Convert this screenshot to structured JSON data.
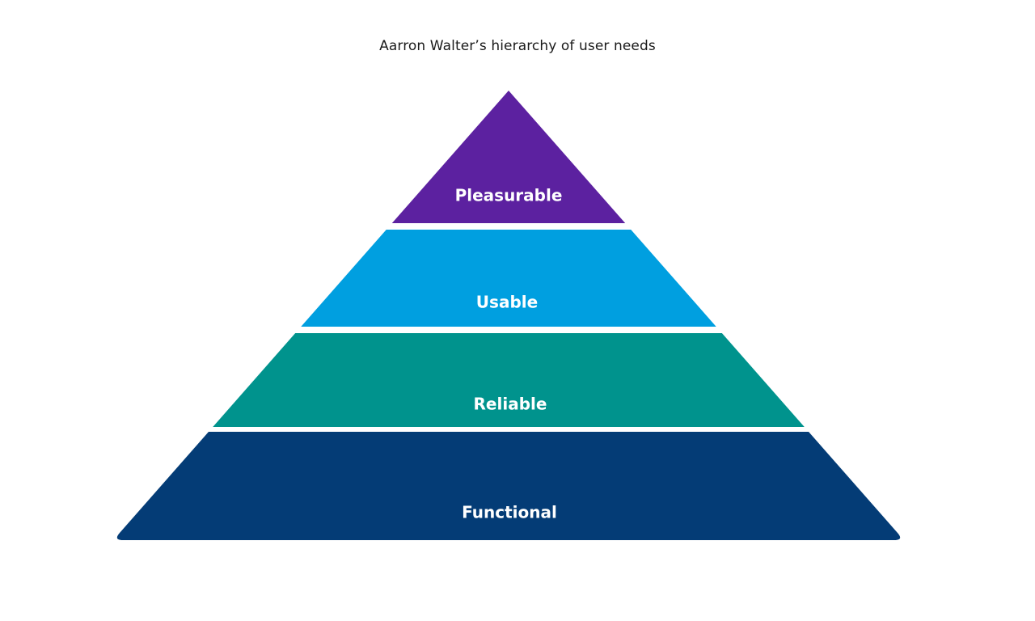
{
  "chart_data": {
    "type": "pyramid",
    "title": "Aarron Walter’s hierarchy of user needs",
    "xlabel": "",
    "ylabel": "",
    "legend_position": "none",
    "grid": false,
    "orientation": "apex-up",
    "levels": [
      {
        "rank": 1,
        "position": "top",
        "label": "Pleasurable",
        "color": "#5C21A0",
        "label_color": "#ffffff",
        "shape": "triangle"
      },
      {
        "rank": 2,
        "position": "upper-middle",
        "label": "Usable",
        "color": "#009FE0",
        "label_color": "#ffffff",
        "shape": "trapezoid"
      },
      {
        "rank": 3,
        "position": "lower-middle",
        "label": "Reliable",
        "color": "#00938D",
        "label_color": "#ffffff",
        "shape": "trapezoid"
      },
      {
        "rank": 4,
        "position": "base",
        "label": "Functional",
        "color": "#043C76",
        "label_color": "#ffffff",
        "shape": "trapezoid"
      }
    ],
    "categories": [
      "Pleasurable",
      "Usable",
      "Reliable",
      "Functional"
    ],
    "values": [
      1,
      2,
      3,
      4
    ],
    "background_color": "#ffffff"
  },
  "diagram": {
    "title": "Aarron Walter’s hierarchy of user needs",
    "tiers": {
      "top": {
        "label": "Pleasurable"
      },
      "upper_middle": {
        "label": "Usable"
      },
      "lower_middle": {
        "label": "Reliable"
      },
      "base": {
        "label": "Functional"
      }
    }
  }
}
